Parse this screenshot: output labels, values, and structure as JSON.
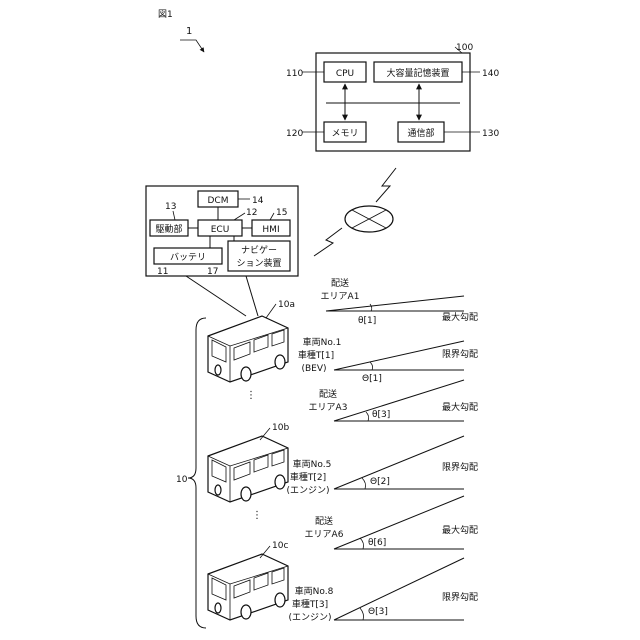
{
  "figure_label": "図1",
  "system_ref": "1",
  "server": {
    "ref": "100",
    "cpu": {
      "label": "CPU",
      "ref": "110"
    },
    "storage": {
      "label": "大容量記憶装置",
      "ref": "140"
    },
    "memory": {
      "label": "メモリ",
      "ref": "120"
    },
    "comm": {
      "label": "通信部",
      "ref": "130"
    }
  },
  "vehicle_system": {
    "dcm": {
      "label": "DCM",
      "ref": "14"
    },
    "ecu": {
      "label": "ECU",
      "ref": "12"
    },
    "hmi": {
      "label": "HMI",
      "ref": "15"
    },
    "drive": {
      "label": "駆動部",
      "ref": "13"
    },
    "battery": {
      "label": "バッテリ",
      "ref": "11"
    },
    "nav": {
      "label1": "ナビゲー",
      "label2": "ション装置",
      "ref": "17"
    }
  },
  "fleet_ref": "10",
  "vehicles": [
    {
      "ref": "10a",
      "no": "車両No.1",
      "type": "車種T[1]",
      "power": "(BEV)"
    },
    {
      "ref": "10b",
      "no": "車両No.5",
      "type": "車種T[2]",
      "power": "(エンジン)"
    },
    {
      "ref": "10c",
      "no": "車両No.8",
      "type": "車種T[3]",
      "power": "(エンジン)"
    }
  ],
  "areas": [
    {
      "line1": "配送",
      "line2": "エリアA1",
      "theta": "θ[1]",
      "label": "最大勾配"
    },
    {
      "line1": "配送",
      "line2": "エリアA3",
      "theta": "θ[3]",
      "label": "最大勾配"
    },
    {
      "line1": "配送",
      "line2": "エリアA6",
      "theta": "θ[6]",
      "label": "最大勾配"
    }
  ],
  "limits": [
    {
      "theta": "Θ[1]",
      "label": "限界勾配"
    },
    {
      "theta": "Θ[2]",
      "label": "限界勾配"
    },
    {
      "theta": "Θ[3]",
      "label": "限界勾配"
    }
  ],
  "ellipsis": "⋮"
}
